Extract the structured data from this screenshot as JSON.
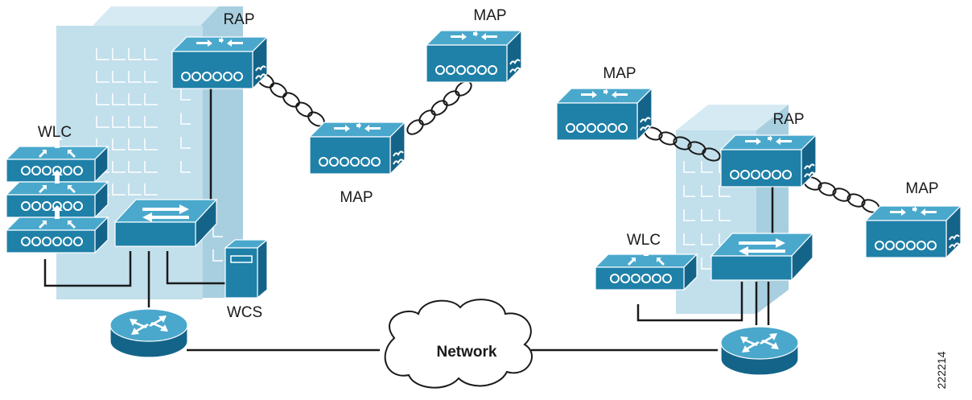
{
  "labels": {
    "rap_left": "RAP",
    "map_top": "MAP",
    "map_mid": "MAP",
    "wlc_left": "WLC",
    "wcs": "WCS",
    "network": "Network",
    "map_right_top": "MAP",
    "rap_right": "RAP",
    "map_right": "MAP",
    "wlc_right": "WLC",
    "figure_id": "222214"
  },
  "colors": {
    "device": "#1f80a8",
    "building": "#c2dfec",
    "wire": "#1a1a1a"
  }
}
